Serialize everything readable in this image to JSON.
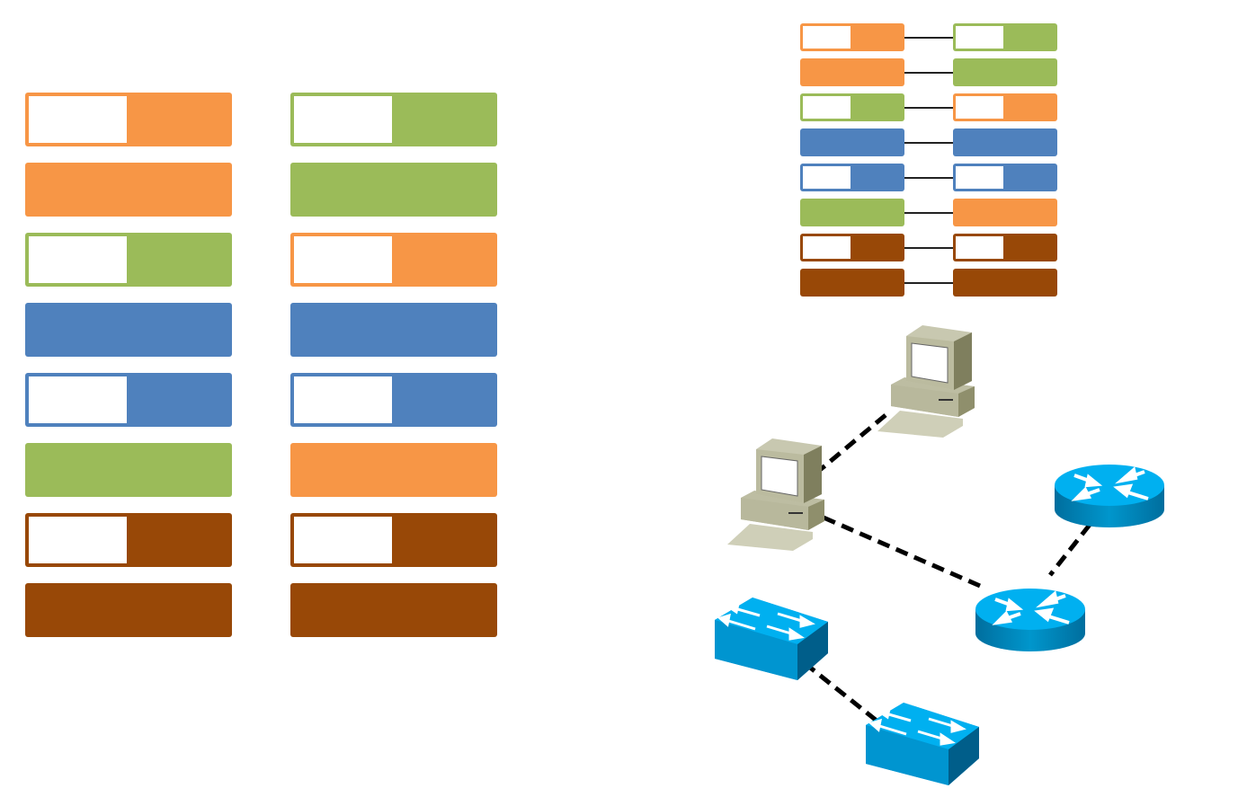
{
  "palette": {
    "orange": "#F79646",
    "green": "#9BBB59",
    "blue": "#4F81BD",
    "brown": "#984807",
    "device_blue": "#00B0F0",
    "pc_beige": "#C4C4A8"
  },
  "straight_cable": {
    "end_a": [
      {
        "color": "orange",
        "striped": true
      },
      {
        "color": "orange",
        "striped": false
      },
      {
        "color": "green",
        "striped": true
      },
      {
        "color": "blue",
        "striped": false
      },
      {
        "color": "blue",
        "striped": true
      },
      {
        "color": "green",
        "striped": false
      },
      {
        "color": "brown",
        "striped": true
      },
      {
        "color": "brown",
        "striped": false
      }
    ],
    "end_b": [
      {
        "color": "green",
        "striped": true
      },
      {
        "color": "green",
        "striped": false
      },
      {
        "color": "orange",
        "striped": true
      },
      {
        "color": "blue",
        "striped": false
      },
      {
        "color": "blue",
        "striped": true
      },
      {
        "color": "orange",
        "striped": false
      },
      {
        "color": "brown",
        "striped": true
      },
      {
        "color": "brown",
        "striped": false
      }
    ]
  },
  "crossover_pinout": {
    "end_a": [
      {
        "color": "orange",
        "striped": true
      },
      {
        "color": "orange",
        "striped": false
      },
      {
        "color": "green",
        "striped": true
      },
      {
        "color": "blue",
        "striped": false
      },
      {
        "color": "blue",
        "striped": true
      },
      {
        "color": "green",
        "striped": false
      },
      {
        "color": "brown",
        "striped": true
      },
      {
        "color": "brown",
        "striped": false
      }
    ],
    "end_b": [
      {
        "color": "green",
        "striped": true
      },
      {
        "color": "green",
        "striped": false
      },
      {
        "color": "orange",
        "striped": true
      },
      {
        "color": "blue",
        "striped": false
      },
      {
        "color": "blue",
        "striped": true
      },
      {
        "color": "orange",
        "striped": false
      },
      {
        "color": "brown",
        "striped": true
      },
      {
        "color": "brown",
        "striped": false
      }
    ]
  },
  "network": {
    "devices": [
      "pc",
      "pc",
      "router",
      "router",
      "switch",
      "switch"
    ],
    "links": [
      [
        "pc-1",
        "pc-2"
      ],
      [
        "pc-2",
        "router-2"
      ],
      [
        "router-1",
        "router-2"
      ],
      [
        "switch-1",
        "switch-2"
      ]
    ]
  }
}
